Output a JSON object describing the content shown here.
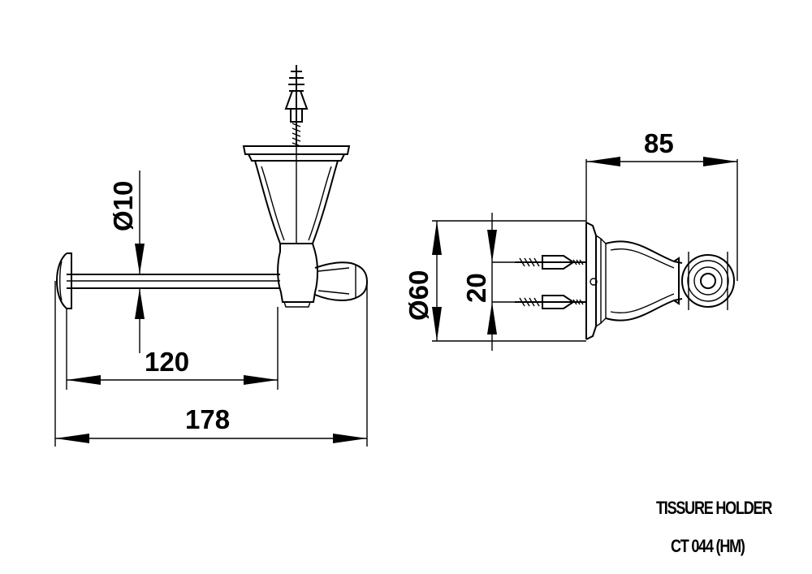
{
  "dimensions": {
    "rod_diameter": "Ø10",
    "rod_length": "120",
    "overall_length": "178",
    "projection": "85",
    "base_diameter": "Ø60",
    "fixing_spacing": "20"
  },
  "caption": {
    "product_name": "TISSURE HOLDER",
    "product_code": "CT 044 (HM)"
  }
}
